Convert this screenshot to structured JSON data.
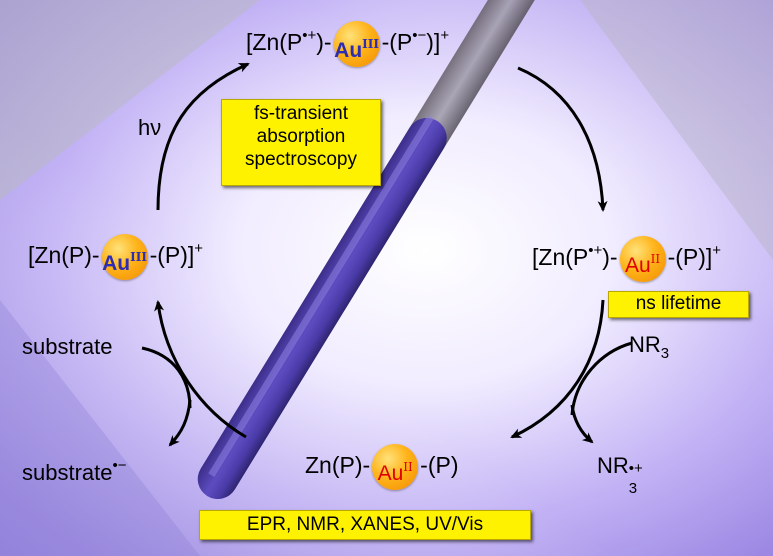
{
  "complexes": {
    "top": {
      "pre": "[Zn(P",
      "rad": "•+",
      "mid": ")-",
      "metal": "Au",
      "ox": "III",
      "post1": "-(P",
      "rad2": "•−",
      "post2": ")]",
      "charge": "+"
    },
    "left": {
      "pre": "[Zn(P)-",
      "metal": "Au",
      "ox": "III",
      "post": "-(P)]",
      "charge": "+"
    },
    "right": {
      "pre": "[Zn(P",
      "rad": "•+",
      "mid": ")-",
      "metal": "Au",
      "ox": "II",
      "post": "-(P)]",
      "charge": "+"
    },
    "bottom": {
      "pre": "Zn(P)-",
      "metal": "Au",
      "ox": "II",
      "post": "-(P)"
    }
  },
  "boxes": {
    "fs_line1": "fs-transient",
    "fs_line2": "absorption",
    "fs_line3": "spectroscopy",
    "ns": "ns lifetime",
    "methods": "EPR, NMR, XANES, UV/Vis"
  },
  "reagents": {
    "hv": "hν",
    "nr3": "NR",
    "nr3_sub": "3",
    "nr3_rad_sub": "3",
    "nr3_rad_sup": "•+",
    "substrate": "substrate",
    "substrate_rad": "substrate",
    "substrate_rad_sup": "•−"
  },
  "colors": {
    "au3_label": "#2d2db4",
    "au2_label": "#e00000",
    "box_fill": "#fff200",
    "background_glow": "#a58cf0"
  }
}
